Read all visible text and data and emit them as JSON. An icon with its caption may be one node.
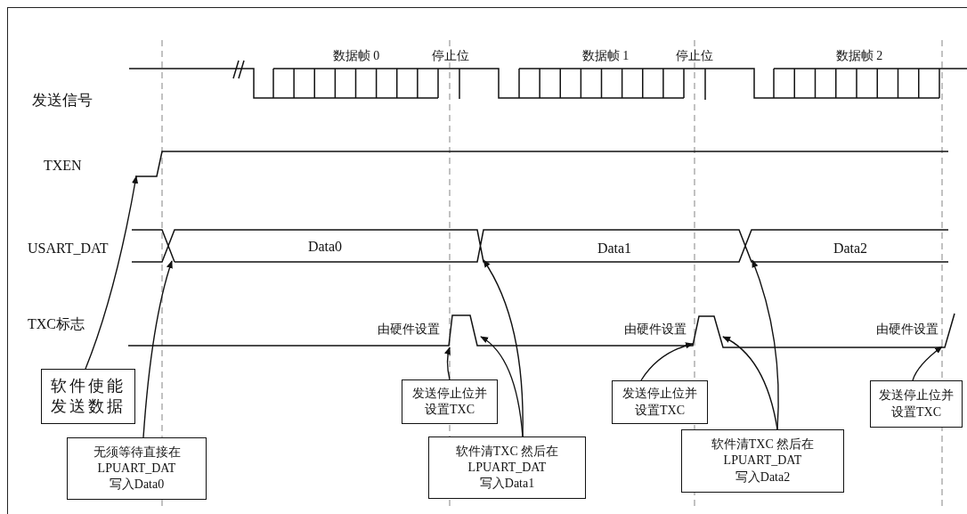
{
  "diagram": {
    "nodes": [
      {
        "text": [
          "软件使能发送数据"
        ]
      },
      {
        "text": [
          "无须等待直接在 LPUART_DAT 写入Data0"
        ]
      },
      {
        "text": [
          "发送停止位并设置TXC"
        ]
      },
      {
        "text": [
          "软件清TXC 然后在 LPUART_DAT 写入Data1"
        ]
      },
      {
        "text": [
          "发送停止位并设置TXC"
        ]
      },
      {
        "text": [
          "软件清TXC 然后在 LPUART_DAT 写入Data2"
        ]
      },
      {
        "text": [
          "发送停止位并设置TXC"
        ]
      },
      {
        "text": [],
        "shape": "line"
      },
      {
        "text": [],
        "shape": "line"
      },
      {
        "text": [],
        "shape": "line"
      }
    ],
    "edges": [
      {
        "from": 0,
        "to": 7,
        "arrow": "to"
      },
      {
        "from": 1,
        "to": 8,
        "arrow": "to"
      },
      {
        "from": 2,
        "to": 9,
        "arrow": "to"
      },
      {
        "from": 3,
        "to": 8,
        "arrow": "to"
      },
      {
        "from": 3,
        "to": 9,
        "arrow": "to"
      },
      {
        "from": 4,
        "to": 9,
        "arrow": "to"
      },
      {
        "from": 5,
        "to": 8,
        "arrow": "to"
      },
      {
        "from": 5,
        "to": 9,
        "arrow": "to"
      },
      {
        "from": 6,
        "to": 9,
        "arrow": "to"
      }
    ],
    "labels": [
      "数据帧 0",
      "停止位",
      "数据帧 1",
      "停止位",
      "数据帧 2",
      "发送信号",
      "TXEN",
      "USART_DAT",
      "Data0",
      "Data1",
      "Data2",
      "TXC标志",
      "由硬件设置",
      "由硬件设置",
      "由硬件设置"
    ]
  }
}
